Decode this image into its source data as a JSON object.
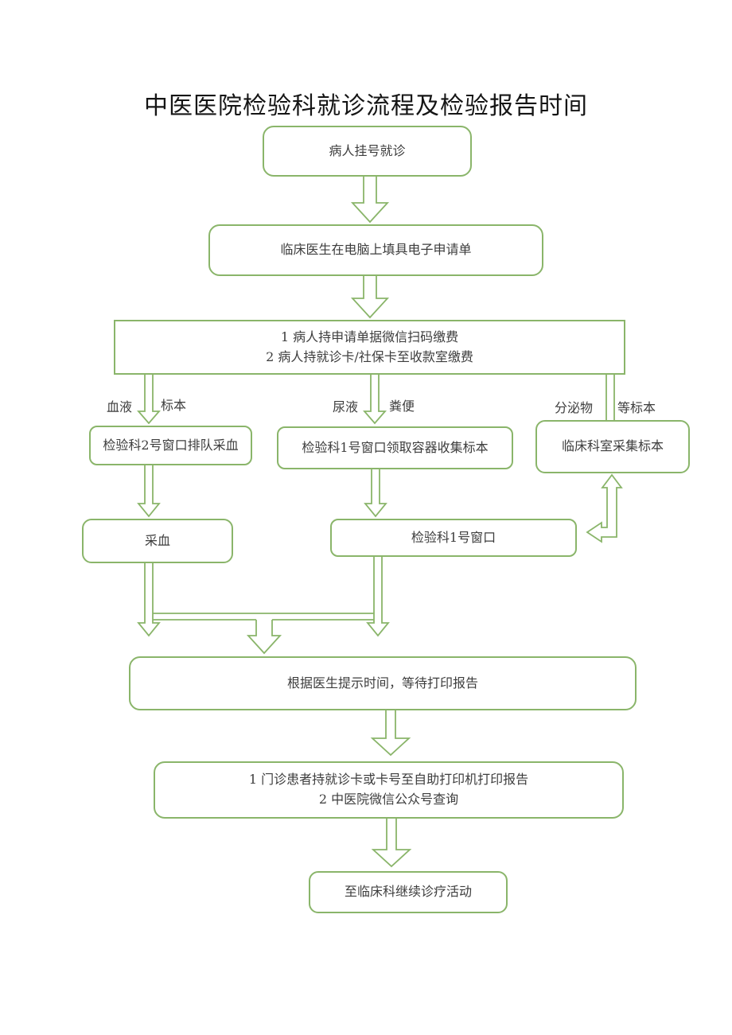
{
  "title": "中医医院检验科就诊流程及检验报告时间",
  "colors": {
    "line_green": "#8ab56a",
    "text": "#3d3d3d",
    "title_text": "#151515",
    "background": "#ffffff"
  },
  "nodes": {
    "register": {
      "text": "病人挂号就诊"
    },
    "doctor_form": {
      "text": "临床医生在电脑上填具电子申请单"
    },
    "payment": {
      "line1": "1 病人持申请单据微信扫码缴费",
      "line2": "2 病人持就诊卡/社保卡至收款室缴费"
    },
    "blood_queue": {
      "text": "检验科2号窗口排队采血"
    },
    "container_window": {
      "text": "检验科1号窗口领取容器收集标本"
    },
    "clinical_collect": {
      "text": "临床科室采集标本"
    },
    "blood_draw": {
      "text": "采血"
    },
    "window1": {
      "text": "检验科1号窗口"
    },
    "wait_report": {
      "text": "根据医生提示时间，等待打印报告"
    },
    "print_report": {
      "line1": "1 门诊患者持就诊卡或卡号至自助打印机打印报告",
      "line2": "2 中医院微信公众号查询"
    },
    "continue_treatment": {
      "text": "至临床科继续诊疗活动"
    }
  },
  "edge_labels": {
    "blood": "血液",
    "specimen": "标本",
    "urine": "尿液",
    "stool": "粪便",
    "secretion": "分泌物",
    "other_specimen": "等标本"
  }
}
